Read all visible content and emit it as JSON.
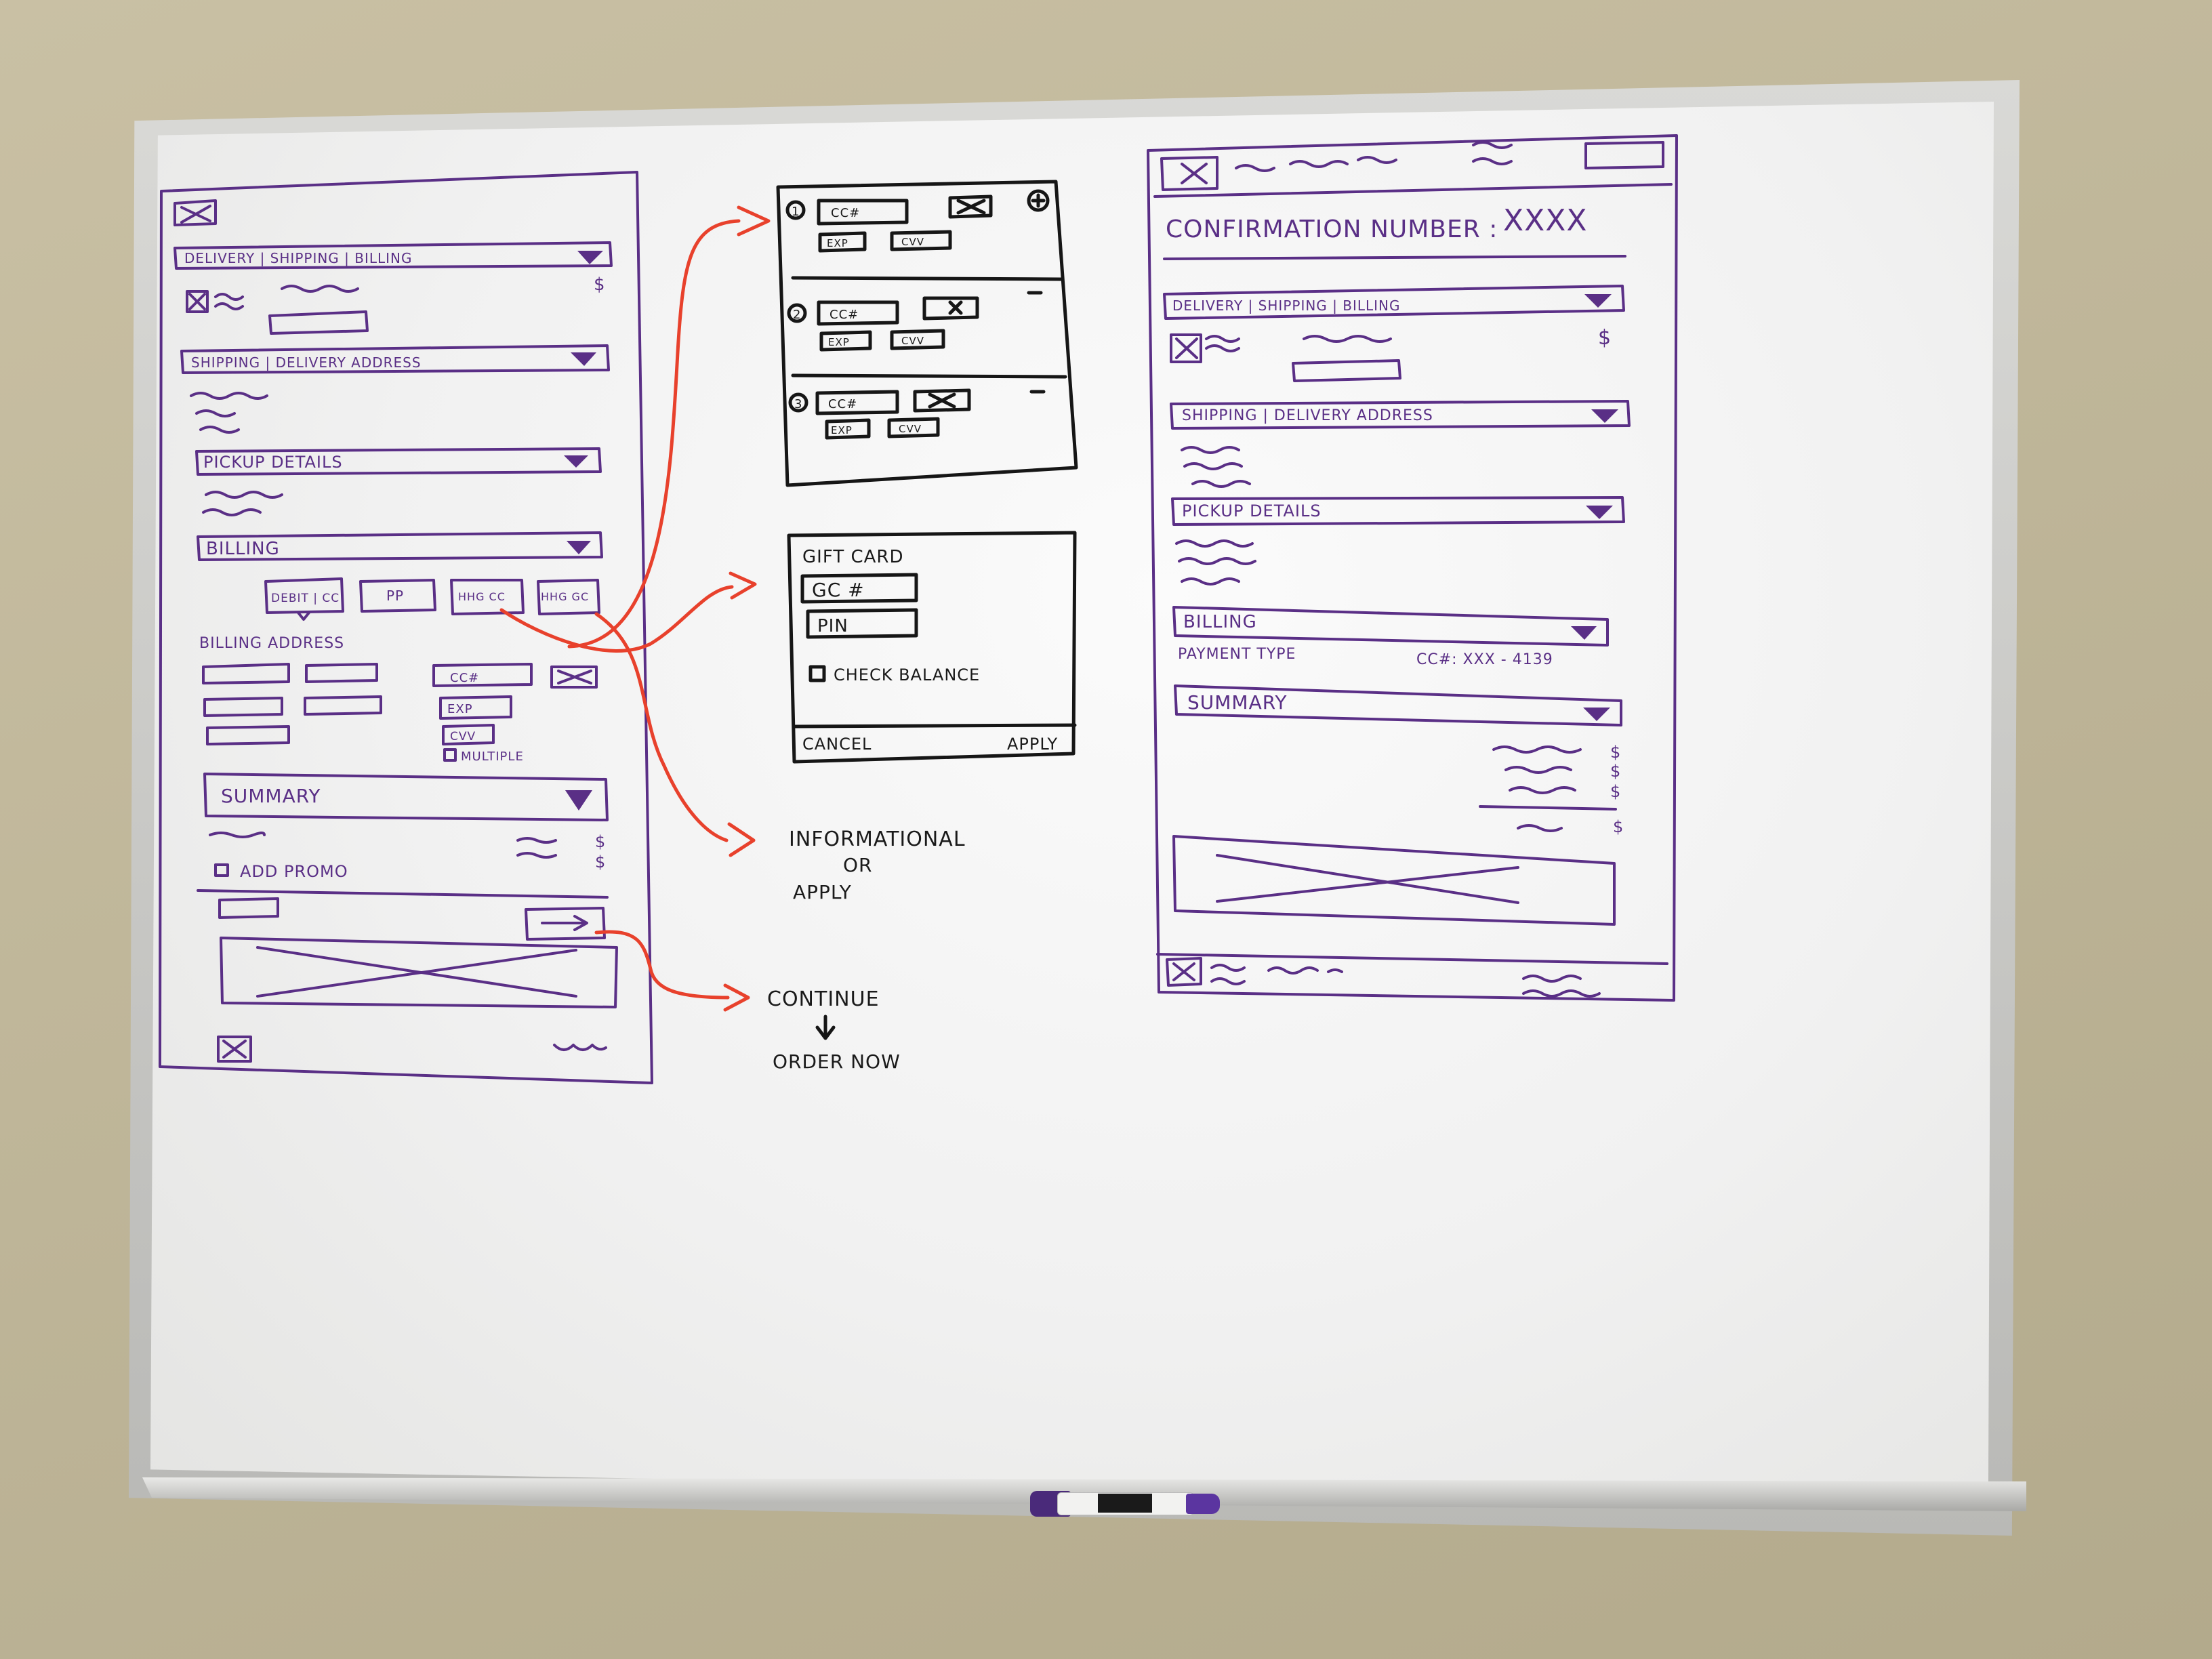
{
  "checkout_sketch": {
    "sections": {
      "delivery": "DELIVERY | SHIPPING | BILLING",
      "address": "SHIPPING | DELIVERY ADDRESS",
      "pickup": "PICKUP DETAILS",
      "billing": "BILLING",
      "summary": "SUMMARY"
    },
    "payment_buttons": [
      "DEBIT | CC",
      "PP",
      "HHG CC",
      "HHG GC"
    ],
    "billing_address_label": "BILLING ADDRESS",
    "card_fields": {
      "cc": "CC#",
      "exp": "EXP",
      "cvv": "CVV"
    },
    "multiple_label": "MULTIPLE",
    "add_promo": "ADD PROMO",
    "dollar": "$"
  },
  "multi_card_panel": {
    "rows": [
      {
        "num": "1",
        "cc": "CC#",
        "exp": "EXP",
        "cvv": "CVV"
      },
      {
        "num": "2",
        "cc": "CC#",
        "exp": "EXP",
        "cvv": "CVV"
      },
      {
        "num": "3",
        "cc": "CC#",
        "exp": "EXP",
        "cvv": "CVV"
      }
    ]
  },
  "gift_card_panel": {
    "title": "GIFT CARD",
    "gc_field": "GC #",
    "pin_field": "PIN",
    "check_balance": "CHECK BALANCE",
    "cancel": "CANCEL",
    "apply": "APPLY"
  },
  "notes": {
    "informational": "INFORMATIONAL",
    "or": "OR",
    "apply": "APPLY",
    "continue": "CONTINUE",
    "order_now": "ORDER NOW"
  },
  "confirmation_sketch": {
    "confirmation": "CONFIRMATION NUMBER :",
    "number": "XXXX",
    "sections": {
      "delivery": "DELIVERY | SHIPPING | BILLING",
      "address": "SHIPPING | DELIVERY ADDRESS",
      "pickup": "PICKUP DETAILS",
      "billing": "BILLING",
      "summary": "SUMMARY"
    },
    "payment_type": "PAYMENT TYPE",
    "cc_masked": "CC#: XXX - 4139",
    "dollar": "$"
  },
  "colors": {
    "ink_purple": "#5a2f86",
    "ink_black": "#161616",
    "ink_red": "#e8412c"
  }
}
